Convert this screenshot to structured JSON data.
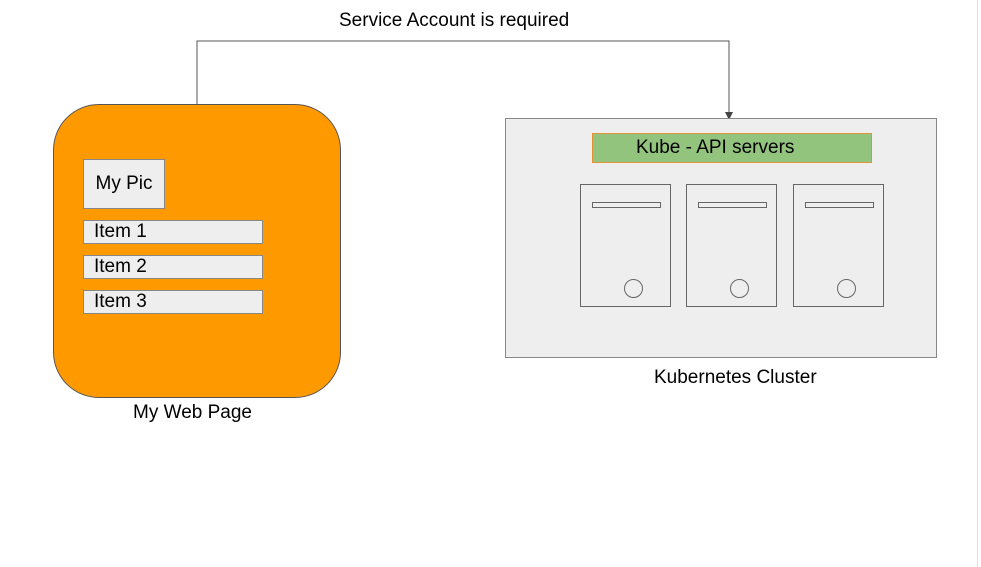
{
  "connector": {
    "label": "Service Account is required"
  },
  "web_page": {
    "caption": "My Web Page",
    "picture_label": "My Pic",
    "items": [
      "Item 1",
      "Item 2",
      "Item 3"
    ],
    "fill_color": "#ff9900"
  },
  "cluster": {
    "caption": "Kubernetes Cluster",
    "api_label": "Kube - API servers",
    "api_color": "#93c47d",
    "server_count": 3
  }
}
